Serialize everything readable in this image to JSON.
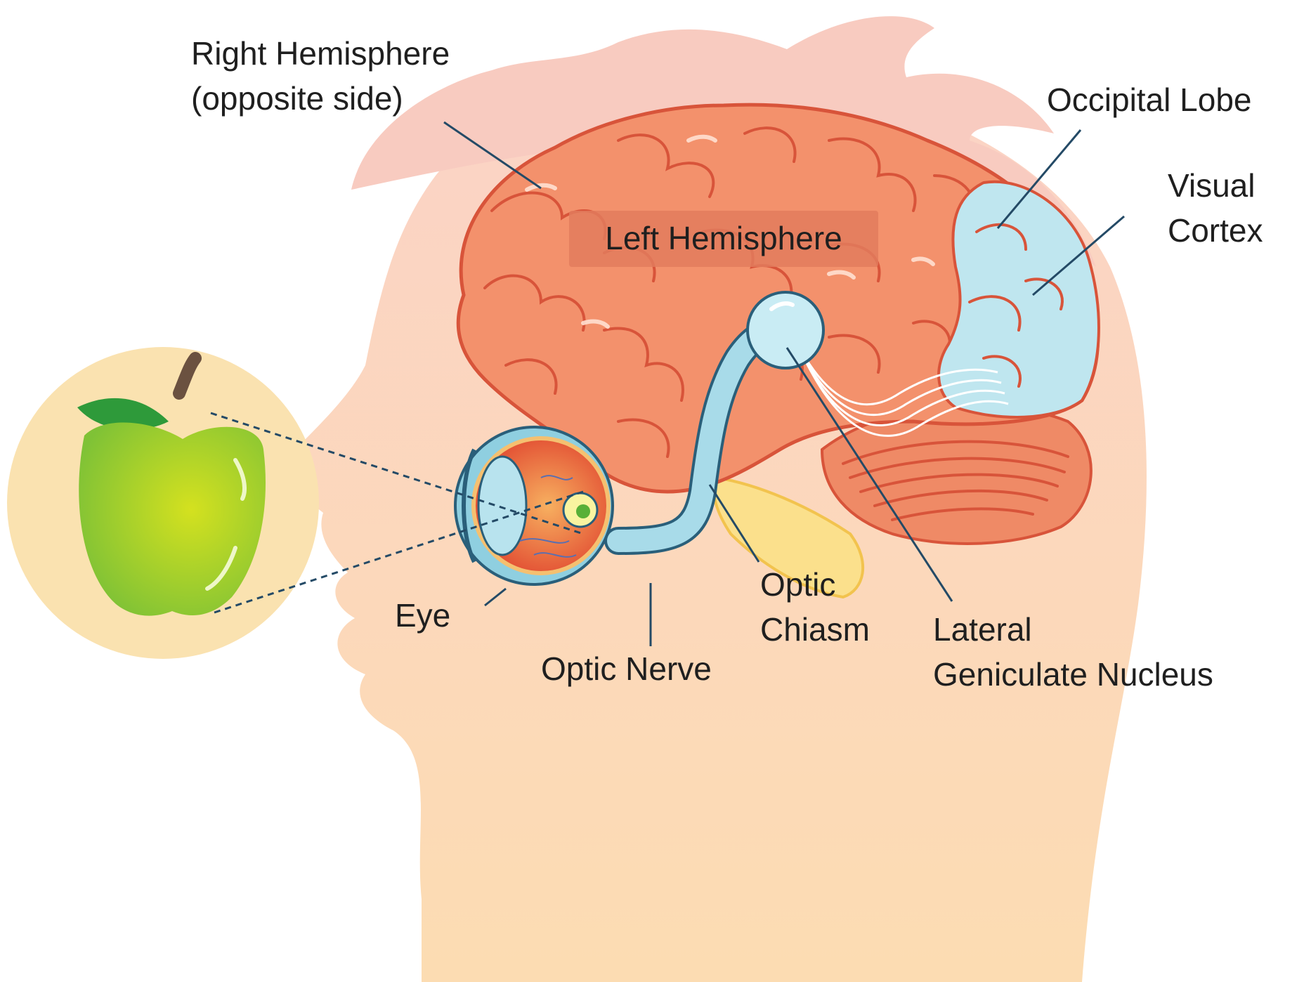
{
  "labels": {
    "right_hemisphere_line1": "Right Hemisphere",
    "right_hemisphere_line2": "(opposite side)",
    "left_hemisphere": "Left Hemisphere",
    "occipital_lobe": "Occipital Lobe",
    "visual_cortex_line1": "Visual",
    "visual_cortex_line2": "Cortex",
    "eye": "Eye",
    "optic_nerve": "Optic Nerve",
    "optic_chiasm_line1": "Optic",
    "optic_chiasm_line2": "Chiasm",
    "lgn_line1": "Lateral",
    "lgn_line2": "Geniculate Nucleus"
  },
  "colors": {
    "head_skin": "#fbdcc6",
    "hair": "#f8cfc2",
    "brain": "#f28e67",
    "brain_outline": "#d8543a",
    "visual_cortex": "#bfe7f0",
    "optic_pathway": "#8fcfe0",
    "apple": "#9ccf2f",
    "leaf": "#2e9a3a",
    "apple_bg": "#f9dfa8",
    "leader_line": "#244a66"
  }
}
